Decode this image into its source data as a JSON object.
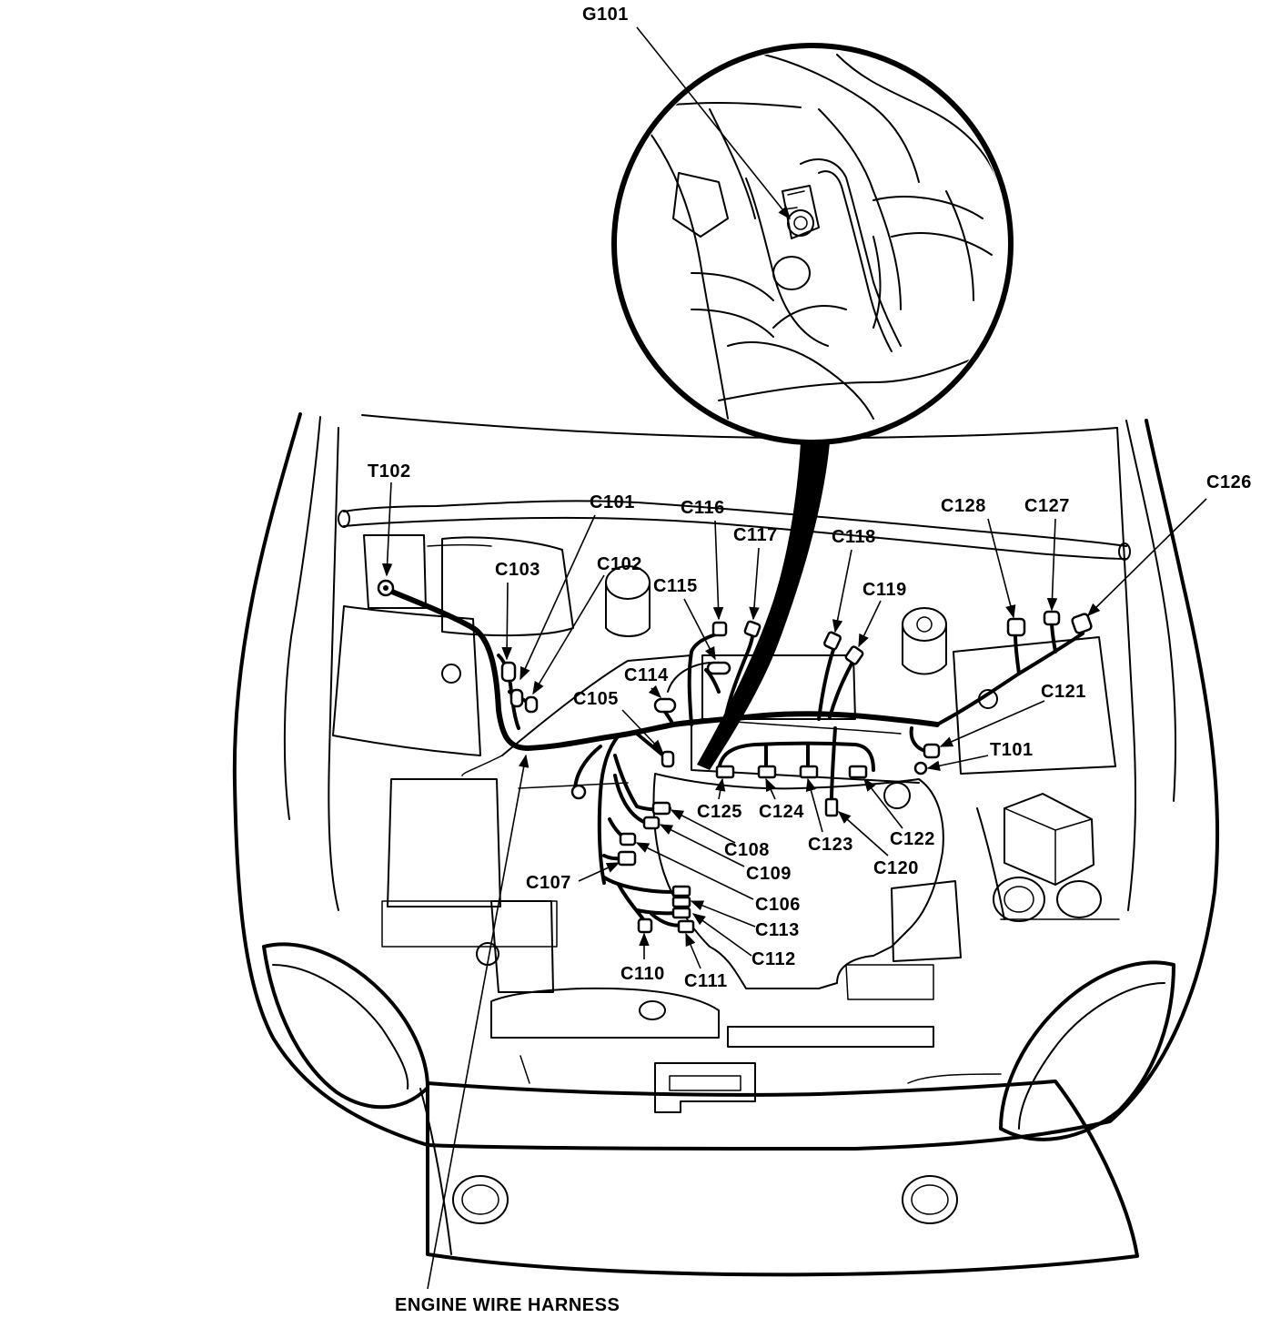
{
  "diagram": {
    "harness_label": "ENGINE WIRE HARNESS",
    "ground_label": "G101",
    "terminals": {
      "t102": "T102",
      "t101": "T101"
    },
    "connectors": {
      "c101": "C101",
      "c102": "C102",
      "c103": "C103",
      "c105": "C105",
      "c106": "C106",
      "c107": "C107",
      "c108": "C108",
      "c109": "C109",
      "c110": "C110",
      "c111": "C111",
      "c112": "C112",
      "c113": "C113",
      "c114": "C114",
      "c115": "C115",
      "c116": "C116",
      "c117": "C117",
      "c118": "C118",
      "c119": "C119",
      "c120": "C120",
      "c121": "C121",
      "c122": "C122",
      "c123": "C123",
      "c124": "C124",
      "c125": "C125",
      "c126": "C126",
      "c127": "C127",
      "c128": "C128"
    }
  }
}
